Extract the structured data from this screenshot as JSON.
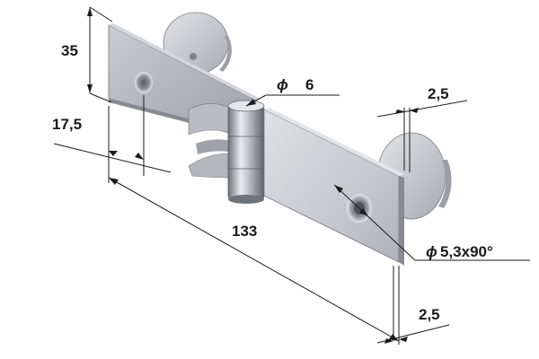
{
  "drawing": {
    "subject": "hinge",
    "colors": {
      "metal_light": "#d8dadd",
      "metal_mid": "#b9bcc1",
      "metal_dark": "#8d9197",
      "edge": "#6f737a",
      "line": "#1a1a1a",
      "background": "#ffffff"
    },
    "dimensions": {
      "height": "35",
      "hole_offset": "17,5",
      "pin_diameter": "6",
      "plate_thickness_top": "2,5",
      "overall_length": "133",
      "countersink_hole": "5,3x90°",
      "plate_thickness_bottom": "2,5"
    },
    "diameter_symbol": "ϕ"
  }
}
